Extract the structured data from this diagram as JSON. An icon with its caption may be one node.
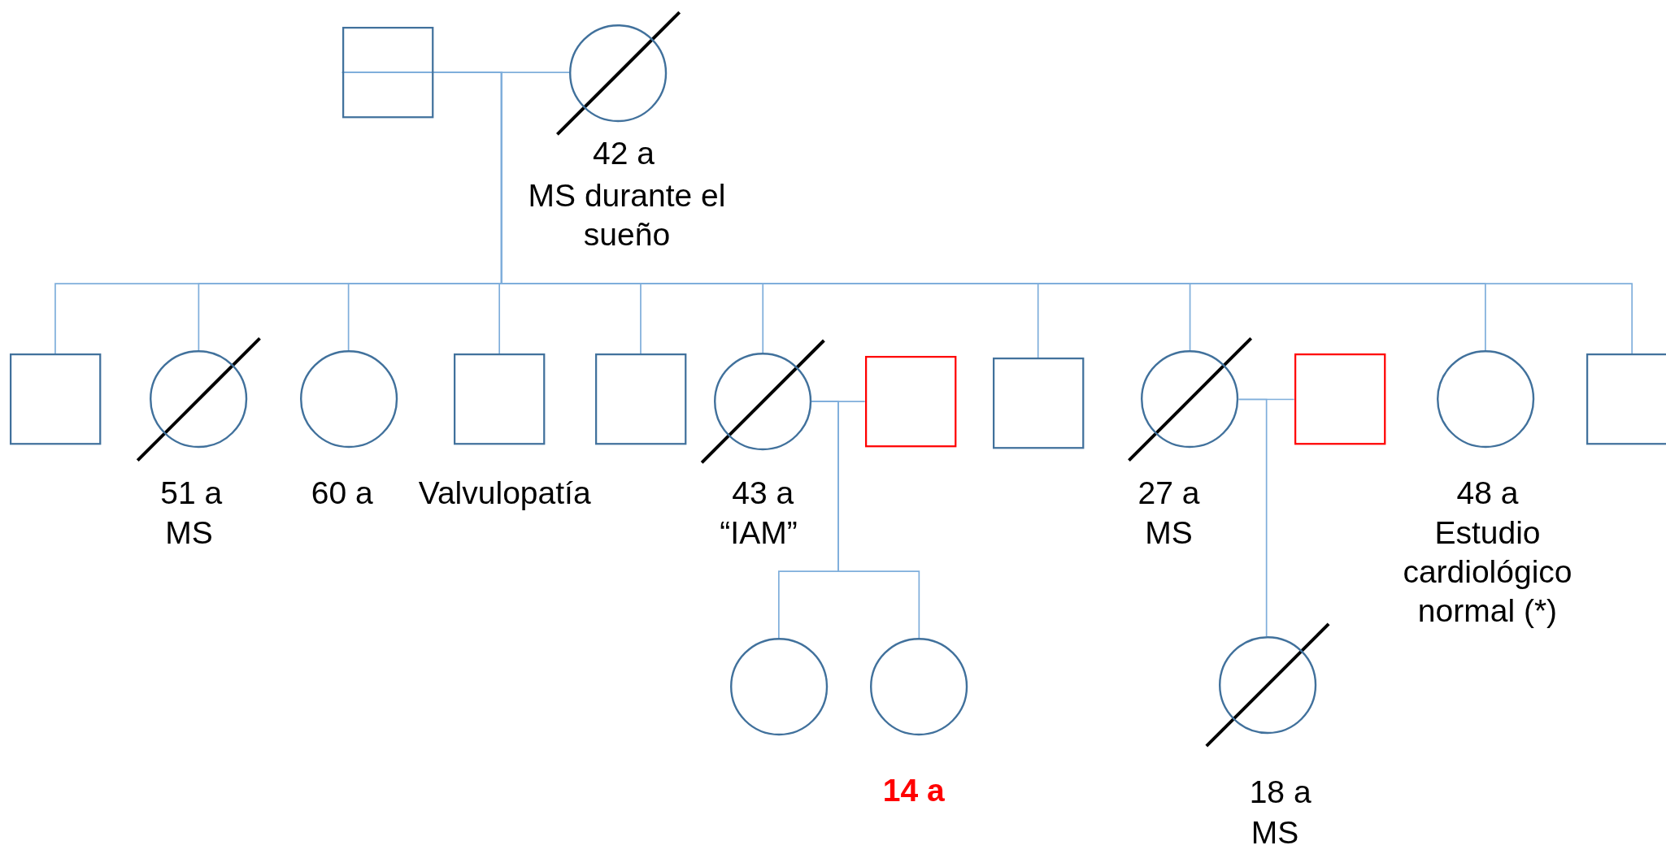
{
  "diagram": {
    "nodes": [
      {
        "text": [],
        "shape": "box"
      },
      {
        "text": [],
        "shape": "circle",
        "beside": [
          "42 a",
          "MS durante el sueño"
        ]
      },
      {
        "text": [],
        "shape": "box"
      },
      {
        "text": [],
        "shape": "circle",
        "beside": [
          "51 a",
          "MS"
        ]
      },
      {
        "text": [],
        "shape": "circle",
        "beside": [
          "60 a"
        ]
      },
      {
        "text": [],
        "shape": "box",
        "beside": [
          "Valvulopatía"
        ]
      },
      {
        "text": [],
        "shape": "box"
      },
      {
        "text": [],
        "shape": "circle",
        "beside": [
          "43 a",
          "“IAM”"
        ]
      },
      {
        "text": [],
        "shape": "box"
      },
      {
        "text": [],
        "shape": "box"
      },
      {
        "text": [],
        "shape": "circle",
        "beside": [
          "27 a",
          "MS"
        ]
      },
      {
        "text": [],
        "shape": "box"
      },
      {
        "text": [],
        "shape": "circle",
        "beside": [
          "48 a",
          "Estudio cardiológico normal (*)"
        ]
      },
      {
        "text": [],
        "shape": "box"
      },
      {
        "text": [],
        "shape": "circle"
      },
      {
        "text": [],
        "shape": "circle",
        "beside": [
          "14 a"
        ]
      },
      {
        "text": [],
        "shape": "circle",
        "beside": [
          "18 a",
          "MS"
        ]
      }
    ],
    "edges": [
      {
        "from": 0,
        "to": 1,
        "arrow": "none"
      },
      {
        "from": 0,
        "to": 2,
        "arrow": "none"
      },
      {
        "from": 0,
        "to": 3,
        "arrow": "none"
      },
      {
        "from": 0,
        "to": 4,
        "arrow": "none"
      },
      {
        "from": 0,
        "to": 5,
        "arrow": "none"
      },
      {
        "from": 0,
        "to": 6,
        "arrow": "none"
      },
      {
        "from": 0,
        "to": 7,
        "arrow": "none"
      },
      {
        "from": 0,
        "to": 9,
        "arrow": "none"
      },
      {
        "from": 0,
        "to": 10,
        "arrow": "none"
      },
      {
        "from": 0,
        "to": 12,
        "arrow": "none"
      },
      {
        "from": 0,
        "to": 13,
        "arrow": "none"
      },
      {
        "from": 7,
        "to": 8,
        "arrow": "none"
      },
      {
        "from": 7,
        "to": 14,
        "arrow": "none"
      },
      {
        "from": 7,
        "to": 15,
        "arrow": "none"
      },
      {
        "from": 10,
        "to": 11,
        "arrow": "none"
      },
      {
        "from": 10,
        "to": 16,
        "arrow": "none"
      }
    ]
  }
}
